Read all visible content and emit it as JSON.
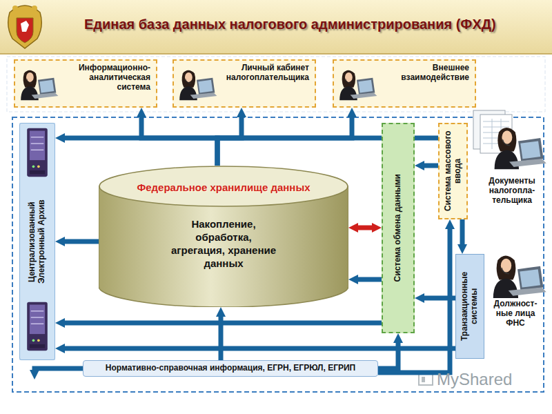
{
  "diagram": {
    "title": "Единая база данных налогового администрирования (ФХД)",
    "nodes": [
      {
        "text": [
          "Информационно- аналитическая система"
        ]
      },
      {
        "text": [
          "Личный кабинет налогоплательщика"
        ]
      },
      {
        "text": [
          "Внешнее взаимодействие"
        ]
      },
      {
        "text": [
          "Централизованный Электронный Архив"
        ]
      },
      {
        "text": [
          "Федеральное хранилище данных",
          "Накопление, обработка, агрегация, хранение данных"
        ]
      },
      {
        "text": [
          "Система обмена данными"
        ]
      },
      {
        "text": [
          "Система массового ввода"
        ]
      },
      {
        "text": [
          "Документы налогопла- тельщика"
        ]
      },
      {
        "text": [
          "Транзакционные системы"
        ]
      },
      {
        "text": [
          "Должност- ные лица ФНС"
        ]
      },
      {
        "text": [
          "Нормативно-справочная информация, ЕГРН, ЕГРЮЛ, ЕГРИП"
        ]
      }
    ],
    "edges": [
      {
        "from": 4,
        "to": 0,
        "arrow": "to"
      },
      {
        "from": 4,
        "to": 1,
        "arrow": "to"
      },
      {
        "from": 4,
        "to": 2,
        "arrow": "to"
      },
      {
        "from": 6,
        "to": 3,
        "arrow": "to"
      },
      {
        "from": 6,
        "to": 5,
        "arrow": "to"
      },
      {
        "from": 6,
        "to": 8,
        "arrow": "to"
      },
      {
        "from": 4,
        "to": 5,
        "arrow": "both"
      },
      {
        "from": 5,
        "to": 4,
        "arrow": "to"
      },
      {
        "from": 4,
        "to": 3,
        "arrow": "to"
      },
      {
        "from": 5,
        "to": 3,
        "arrow": "to"
      },
      {
        "from": 8,
        "to": 5,
        "arrow": "to"
      },
      {
        "from": 8,
        "to": 3,
        "arrow": "to"
      },
      {
        "from": 10,
        "to": 4,
        "arrow": "to"
      },
      {
        "from": 10,
        "to": 3,
        "arrow": "to"
      },
      {
        "from": 10,
        "to": 5,
        "arrow": "to"
      },
      {
        "from": 10,
        "to": 6,
        "arrow": "to"
      }
    ],
    "labels": [
      "MyShared"
    ]
  }
}
